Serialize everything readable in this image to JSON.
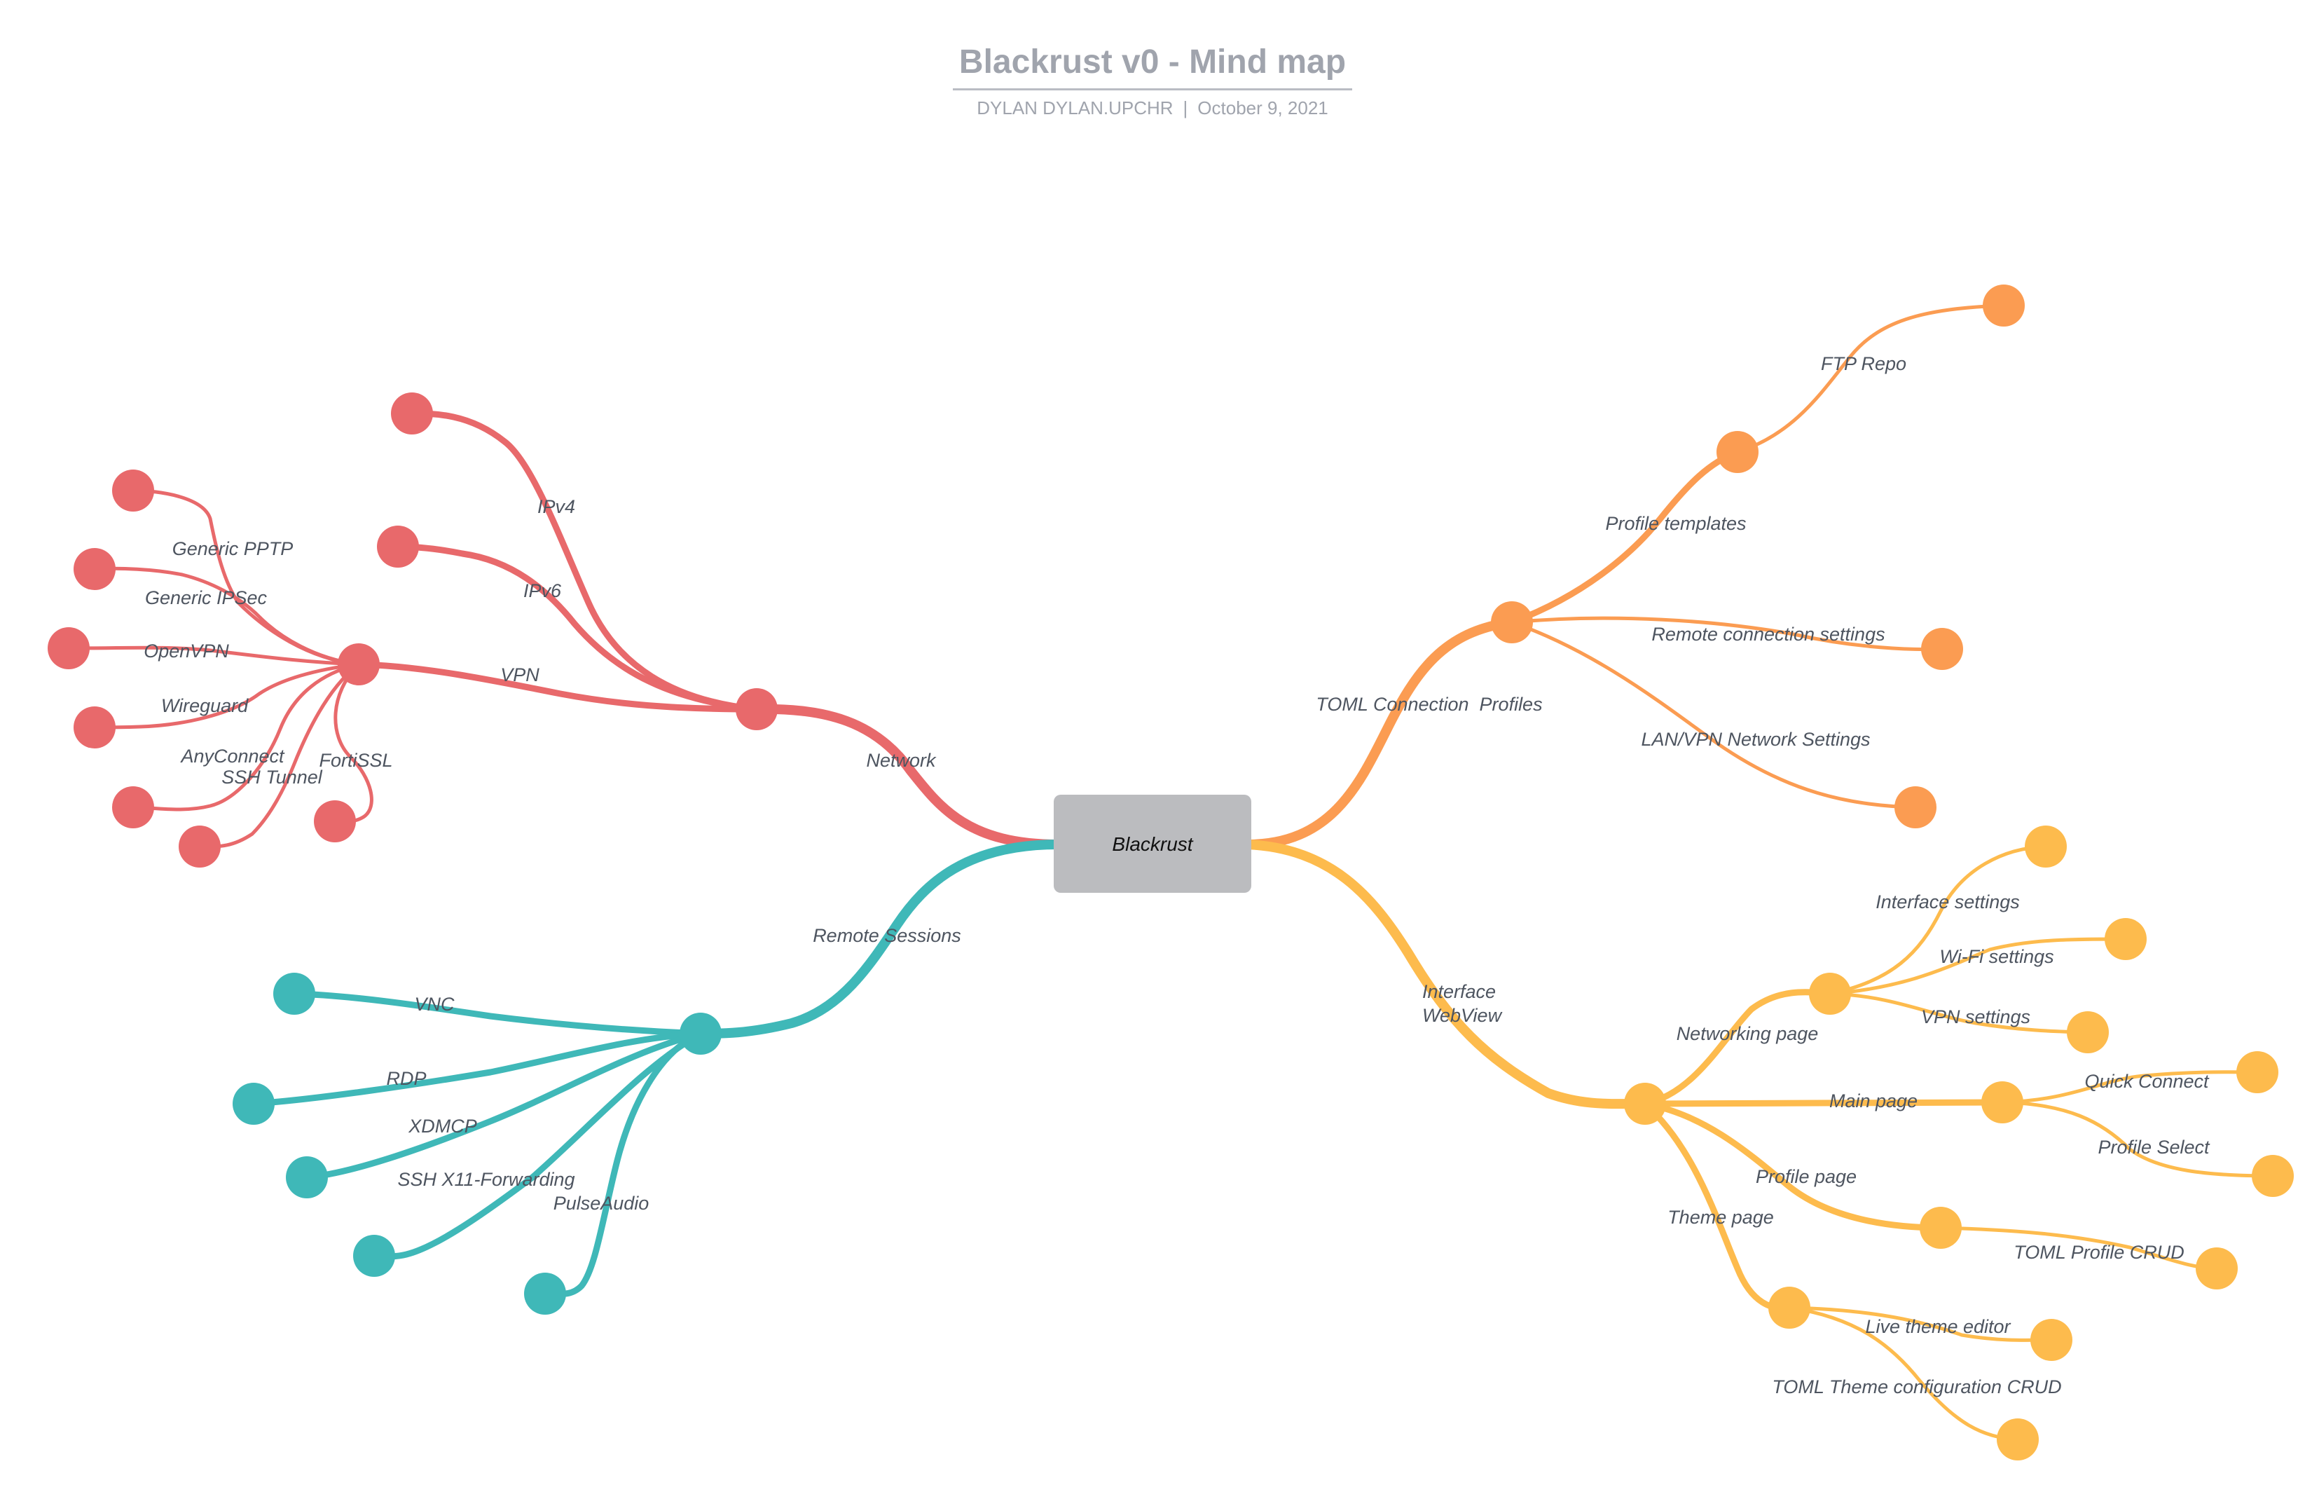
{
  "header": {
    "title": "Blackrust v0 - Mind map",
    "author": "DYLAN DYLAN.UPCHR",
    "date": "October 9, 2021"
  },
  "colors": {
    "network": "#e8696b",
    "profiles": "#fb9c52",
    "interface": "#fdbb4d",
    "remote": "#3fb8b8",
    "center_box": "#bbbcbf"
  },
  "central": {
    "label": "Blackrust"
  },
  "branches": {
    "network": {
      "label": "Network",
      "ipv4": "IPv4",
      "ipv6": "IPv6",
      "vpn": {
        "label": "VPN",
        "children": [
          "Generic PPTP",
          "Generic IPSec",
          "OpenVPN",
          "Wireguard",
          "AnyConnect",
          "SSH Tunnel",
          "FortiSSL"
        ]
      }
    },
    "profiles": {
      "label": "TOML Connection  Profiles",
      "profile_templates": "Profile templates",
      "ftp_repo": "FTP Repo",
      "remote_connection_settings": "Remote connection settings",
      "lan_vpn_network_settings": "LAN/VPN Network Settings"
    },
    "interface": {
      "label_line1": "Interface",
      "label_line2": "WebView",
      "networking_page": {
        "label": "Networking page",
        "children": [
          "Interface settings",
          "Wi-Fi settings",
          "VPN settings"
        ]
      },
      "main_page": {
        "label": "Main page",
        "children": [
          "Quick Connect",
          "Profile Select"
        ]
      },
      "profile_page": {
        "label": "Profile page",
        "children": [
          "TOML Profile CRUD"
        ]
      },
      "theme_page": {
        "label": "Theme page",
        "children": [
          "Live theme editor",
          "TOML Theme configuration CRUD"
        ]
      }
    },
    "remote": {
      "label": "Remote Sessions",
      "children": [
        "VNC",
        "RDP",
        "XDMCP",
        "SSH X11-Forwarding",
        "PulseAudio"
      ]
    }
  }
}
